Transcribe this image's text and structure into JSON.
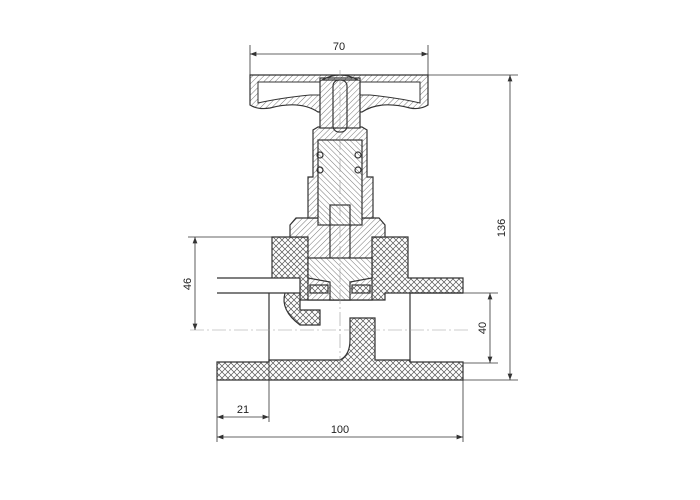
{
  "drawing": {
    "title": "Valve cross-section",
    "dimensions": {
      "handle_width": "70",
      "total_height": "136",
      "axis_height": "46",
      "bore_diameter": "40",
      "socket_depth": "21",
      "total_length": "100"
    }
  }
}
